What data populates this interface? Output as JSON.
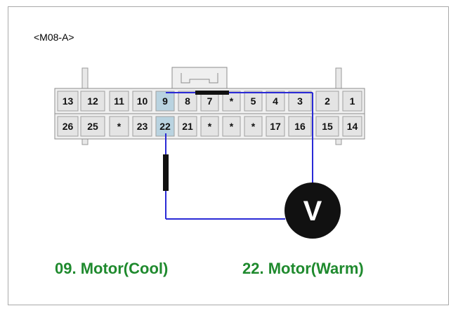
{
  "connector": {
    "label": "<M08-A>",
    "top_row": [
      "13",
      "12",
      "11",
      "10",
      "9",
      "8",
      "7",
      "*",
      "5",
      "4",
      "3",
      "2",
      "1"
    ],
    "bottom_row": [
      "26",
      "25",
      "*",
      "23",
      "22",
      "21",
      "*",
      "*",
      "*",
      "17",
      "16",
      "15",
      "14"
    ],
    "highlighted_pins": [
      "9",
      "22"
    ]
  },
  "meter": {
    "symbol": "V"
  },
  "captions": {
    "left": "09. Motor(Cool)",
    "right": "22. Motor(Warm)"
  },
  "colors": {
    "wire": "#2a2ad6",
    "caption": "#1f8a2e",
    "pin_fill": "#e4e4e4",
    "pin_highlight": "#b9d3e0",
    "probe": "#111111",
    "meter": "#111111"
  }
}
